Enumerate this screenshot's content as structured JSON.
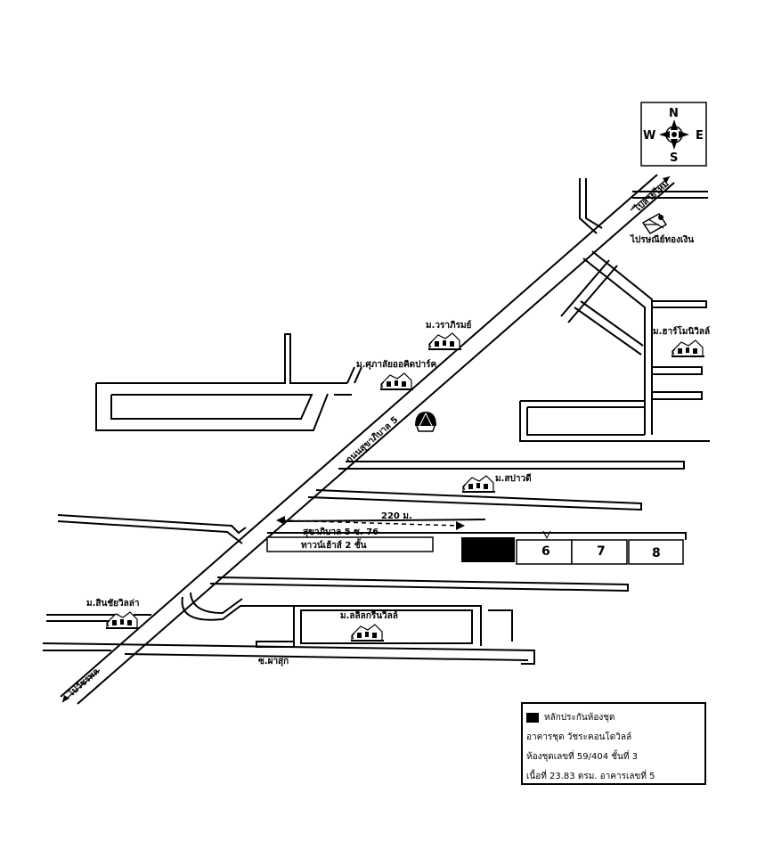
{
  "compass": {
    "north": "N",
    "south": "S",
    "east": "E",
    "west": "W"
  },
  "roads": {
    "main": "ถนนสุขาภิบาล 5",
    "to_top": "ไปสายไหม",
    "to_bottom": "ไปวัชรพล",
    "soi76": "สุขาภิบาล 5 ซ. 76",
    "soi_phasuk": "ซ.ผาสุก"
  },
  "landmarks": {
    "ngern_tid_lor": "ไปรษณีย์ทองเงิน",
    "warapirom": "ม.วราภิรมย์",
    "supalai": "ม.ศุภาลัยออคิดปาร์ค",
    "harmony": "ม.ฮาร์โมนิวิลล์",
    "saowadee": "ม.สปาวดี",
    "sinchai": "ม.สินชัยวิลล่า",
    "lalin": "ม.ลลิลกรีนวิลล์",
    "townhouse": "ทาวน์เฮ้าส์ 2 ชั้น"
  },
  "distance": "220 ม.",
  "buildings": [
    "6",
    "7",
    "8"
  ],
  "legend": {
    "collateral": "หลักประกันห้องชุด",
    "building": "อาคารชุด วัชระคอนโดวิลล์",
    "unit": "ห้องชุดเลขที่ 59/404 ชั้นที่ 3",
    "area": "เนื้อที่  23.83 ตรม. อาคารเลขที่ 5"
  }
}
